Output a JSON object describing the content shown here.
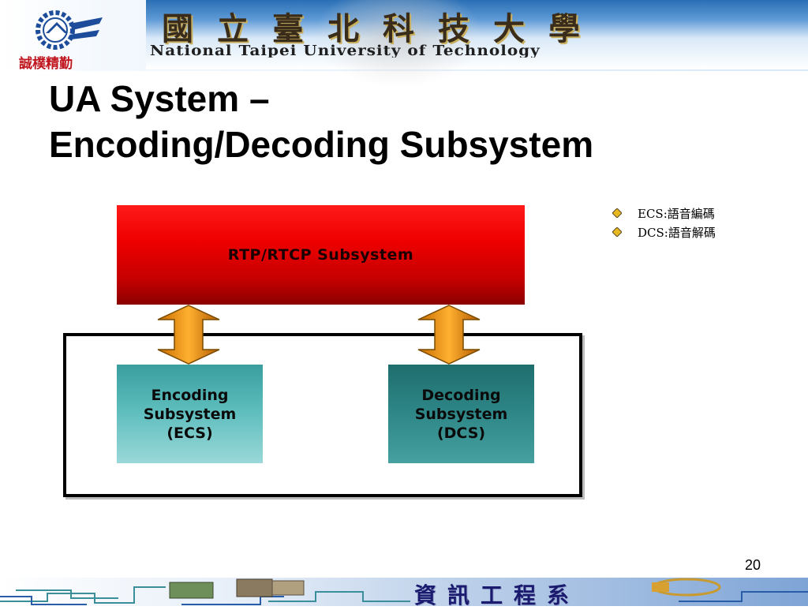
{
  "banner": {
    "university_cn": "國立臺北科技大學",
    "university_en": "National Taipei University of Technology",
    "motto": "誠樸精勤"
  },
  "title": {
    "line1": "UA System –",
    "line2": "Encoding/Decoding Subsystem"
  },
  "diagram": {
    "top_box": "RTP/RTCP Subsystem",
    "left_box": "Encoding\nSubsystem\n(ECS)",
    "right_box": "Decoding\nSubsystem\n(DCS)"
  },
  "bullets": [
    "ECS:語音編碼",
    "DCS:語音解碼"
  ],
  "page_number": "20",
  "footer": {
    "department": "資訊工程系"
  },
  "colors": {
    "top_box": "#e00000",
    "encoding_box": "#5cbcbc",
    "decoding_box": "#2f8787",
    "arrow": "#e08a00",
    "motto": "#c0161e"
  },
  "icons": {
    "logo": "ntut-gear-logo-icon",
    "bullet": "diamond-bullet-icon",
    "arrow": "double-headed-vertical-arrow-icon"
  }
}
